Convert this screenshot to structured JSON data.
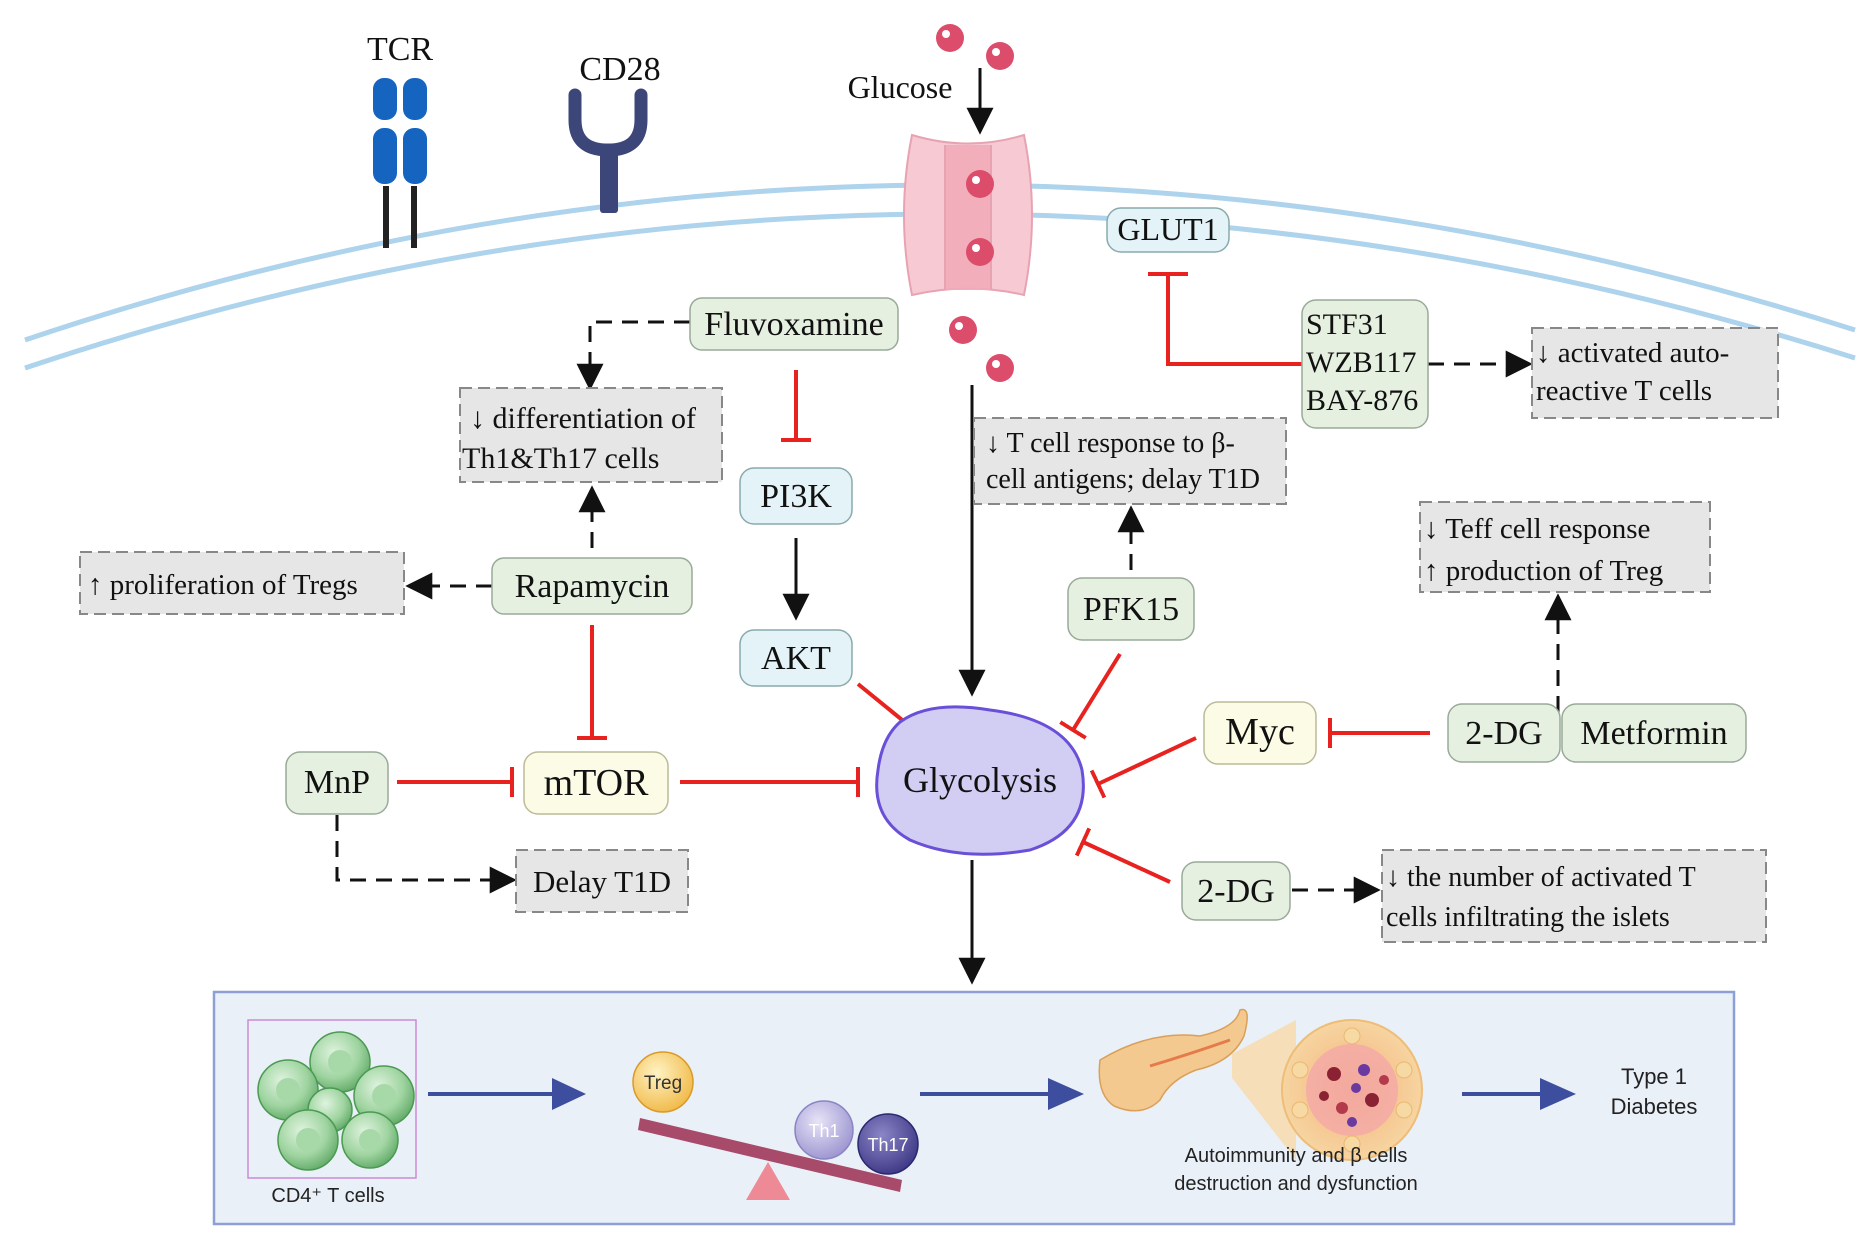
{
  "receptors": {
    "tcr": "TCR",
    "cd28": "CD28",
    "glucose": "Glucose",
    "glut1": "GLUT1"
  },
  "nodes": {
    "fluvoxamine": "Fluvoxamine",
    "pi3k": "PI3K",
    "akt": "AKT",
    "rapamycin": "Rapamycin",
    "mtor": "mTOR",
    "mnp": "MnP",
    "glycolysis": "Glycolysis",
    "pfk15": "PFK15",
    "myc": "Myc",
    "two_dg_a": "2-DG",
    "metformin": "Metformin",
    "two_dg_b": "2-DG",
    "stf31": "STF31",
    "wzb117": "WZB117",
    "bay876": "BAY-876"
  },
  "effects": {
    "diff_th": [
      "↓ differentiation of",
      "Th1&Th17 cells"
    ],
    "prolif_treg": "↑ proliferation of Tregs",
    "delay_t1d": "Delay T1D",
    "tcell_response": [
      "↓ T cell response to β-",
      "cell antigens; delay T1D"
    ],
    "auto_reactive": [
      "↓ activated auto-",
      "reactive T cells"
    ],
    "teff_treg": [
      "↓ Teff cell response",
      "↑ production of Treg"
    ],
    "islets": [
      "↓ the number of activated T",
      "cells infiltrating the islets"
    ]
  },
  "bottom_panel": {
    "cd4_label": "CD4⁺ T cells",
    "treg": "Treg",
    "th1": "Th1",
    "th17": "Th17",
    "autoimmunity": [
      "Autoimmunity and β cells",
      "destruction and dysfunction"
    ],
    "type1": [
      "Type 1",
      "Diabetes"
    ]
  },
  "colors": {
    "inhibit": "#e8231f",
    "node_green_fill": "#e6f0e1",
    "node_blue_fill": "#e4f3f8",
    "node_yellow_fill": "#fbfbe6",
    "effect_fill": "#e6e6e6",
    "glycolysis_fill": "#d2cdf3",
    "glycolysis_stroke": "#6a4fd8",
    "membrane": "#aed3ec",
    "tcr": "#1565c0",
    "cd28": "#3c4679",
    "glucose": "#dc4d6b",
    "panel_fill": "#eaf0f8",
    "panel_stroke": "#8e9fd6",
    "flow_arrow": "#3e4e9e"
  }
}
